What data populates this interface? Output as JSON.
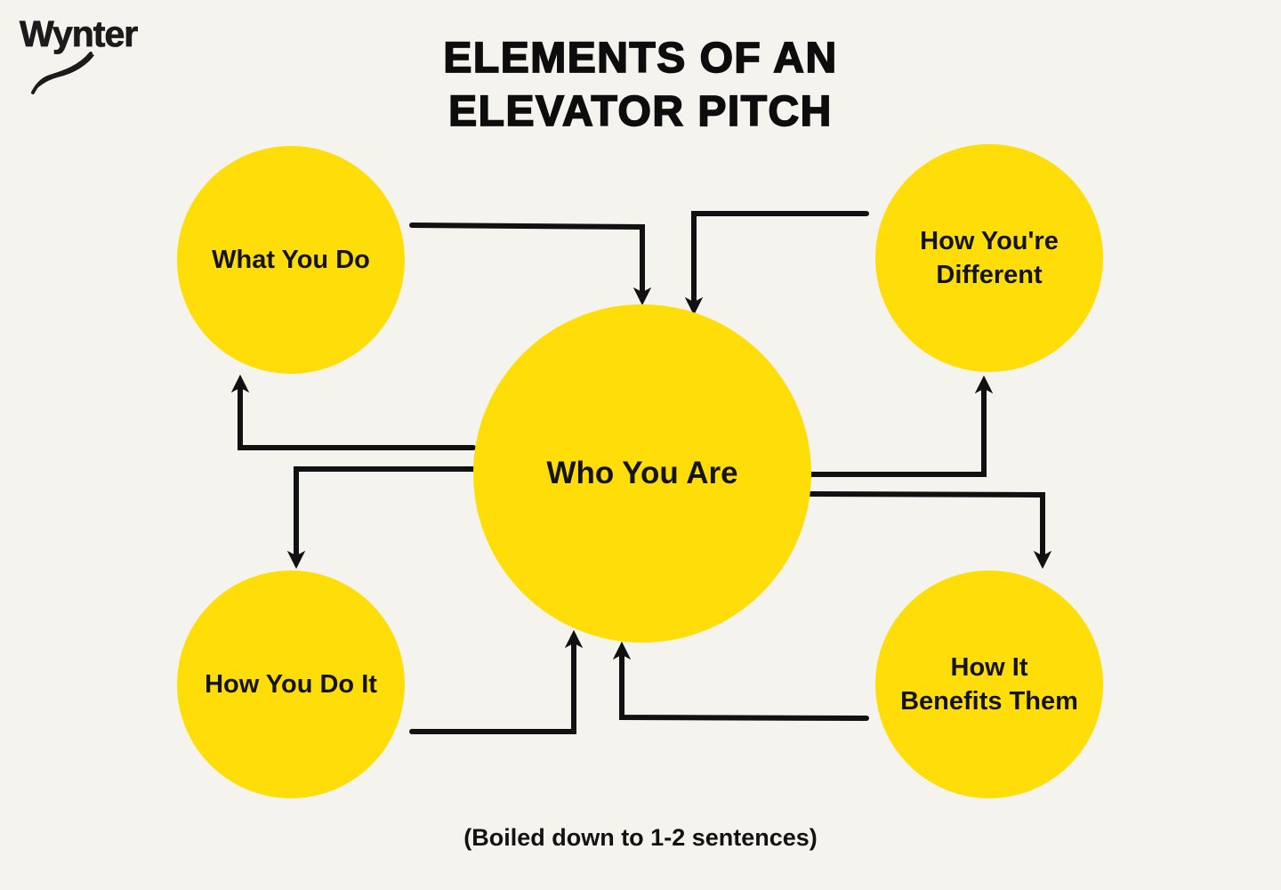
{
  "logo": {
    "text": "Wynter"
  },
  "title": {
    "lines": [
      "ELEMENTS OF AN",
      "ELEVATOR PITCH"
    ]
  },
  "nodes": {
    "center": {
      "lines": [
        "Who You Are"
      ]
    },
    "top_left": {
      "lines": [
        "What You Do"
      ]
    },
    "top_right": {
      "lines": [
        "How You're",
        "Different"
      ]
    },
    "bottom_left": {
      "lines": [
        "How You Do It"
      ]
    },
    "bottom_right": {
      "lines": [
        "How It",
        "Benefits Them"
      ]
    }
  },
  "caption": "(Boiled down to 1-2 sentences)",
  "colors": {
    "background": "#F4F3EE",
    "circle_fill": "#FFDD09",
    "arrow": "#111111",
    "text": "#141414"
  }
}
